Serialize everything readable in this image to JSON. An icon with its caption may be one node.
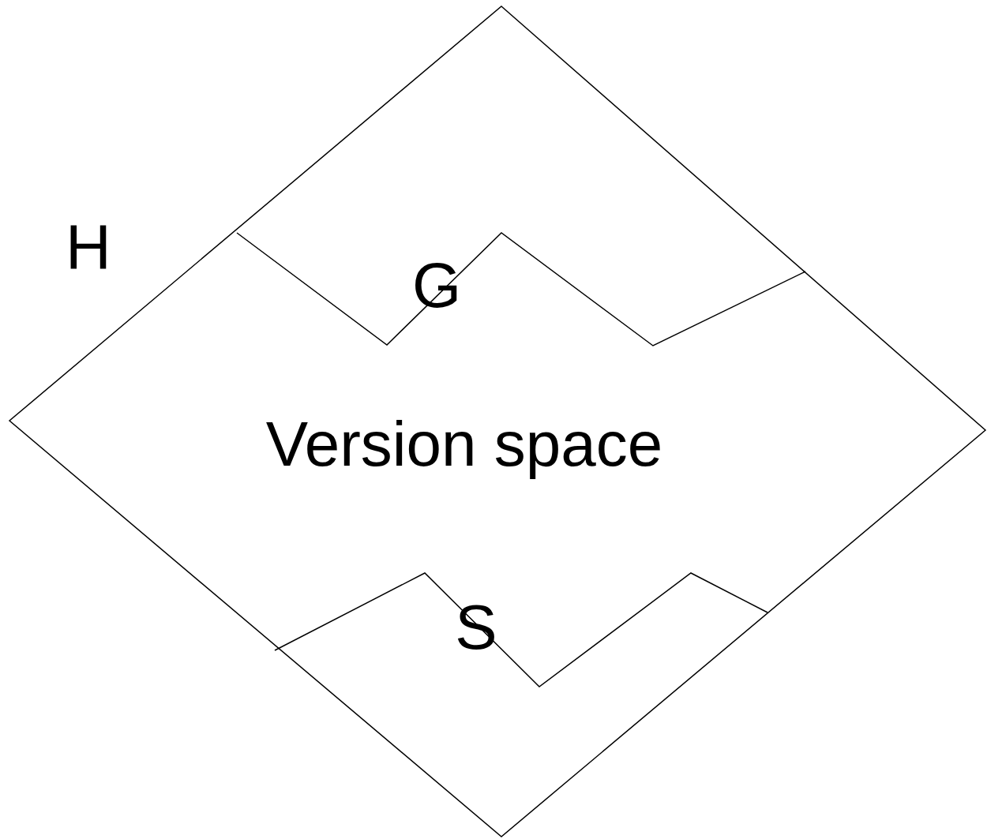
{
  "diagram": {
    "labels": [
      "H",
      "G",
      "Version space",
      "S"
    ]
  }
}
